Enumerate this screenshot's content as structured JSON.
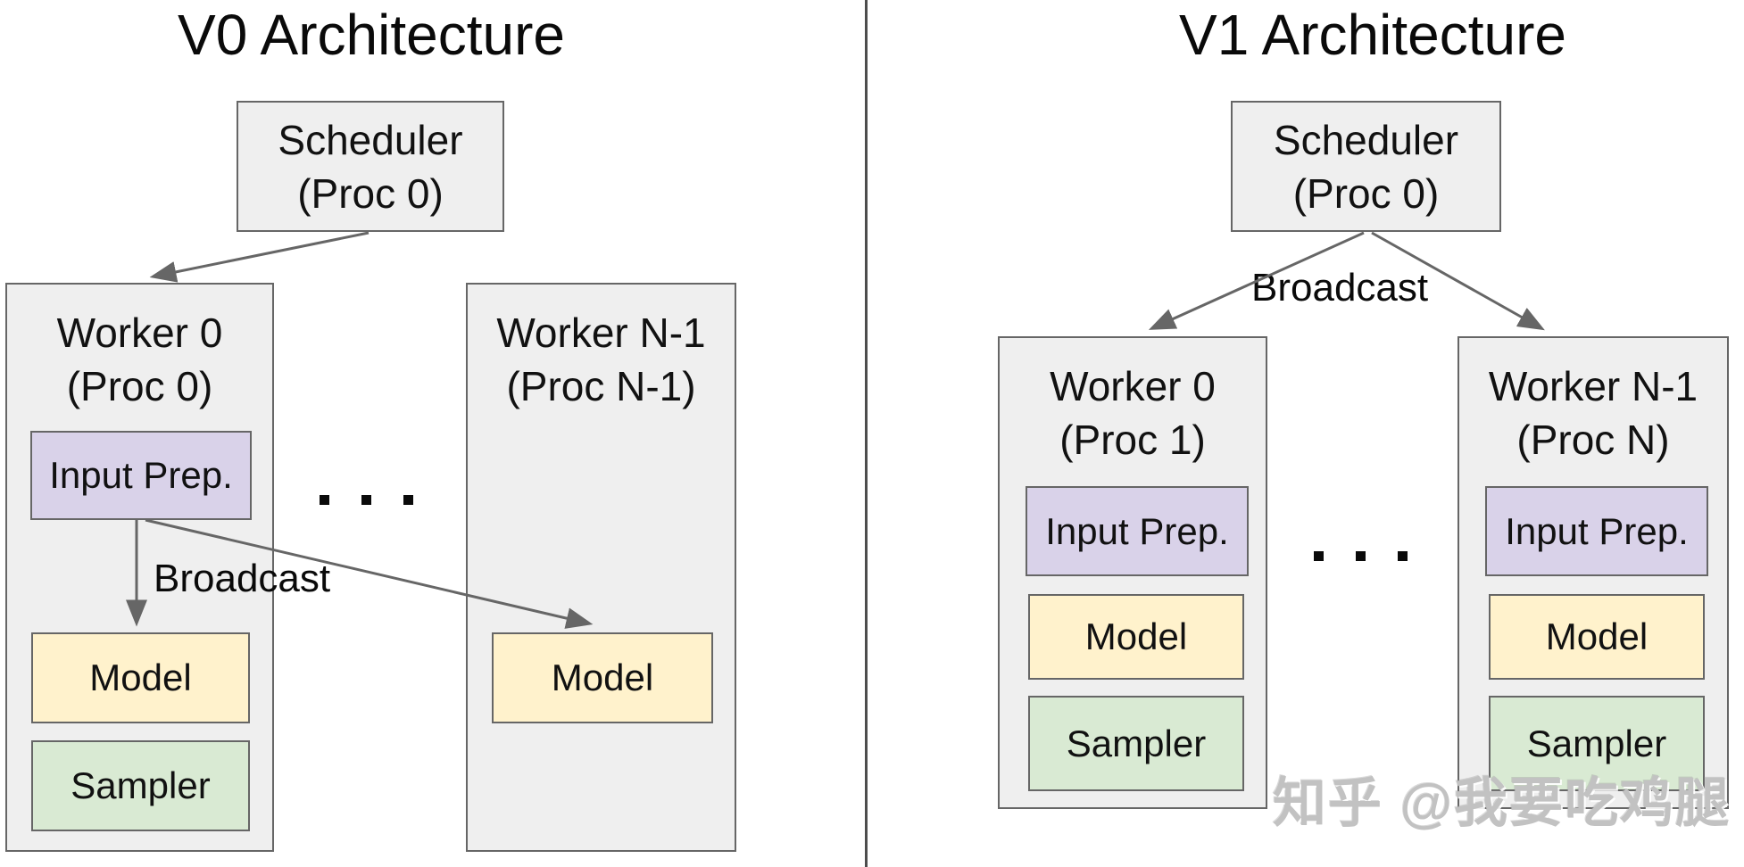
{
  "colors": {
    "page-bg": "#ffffff",
    "box-gray": "#efefef",
    "box-border": "#666666",
    "box-purple": "#d9d2e9",
    "box-yellow": "#fff2cc",
    "box-green": "#d9ead3",
    "arrow": "#666666",
    "divider": "#4d4d4d",
    "watermark": "#c2c2c2"
  },
  "v0": {
    "title": "V0 Architecture",
    "scheduler": {
      "line1": "Scheduler",
      "line2": "(Proc 0)"
    },
    "worker0": {
      "line1": "Worker 0",
      "line2": "(Proc 0)",
      "input_prep": "Input Prep.",
      "model": "Model",
      "sampler": "Sampler"
    },
    "workerN": {
      "line1": "Worker N-1",
      "line2": "(Proc N-1)",
      "model": "Model"
    },
    "broadcast_label": "Broadcast"
  },
  "v1": {
    "title": "V1 Architecture",
    "scheduler": {
      "line1": "Scheduler",
      "line2": "(Proc 0)"
    },
    "broadcast_label": "Broadcast",
    "worker0": {
      "line1": "Worker 0",
      "line2": "(Proc 1)",
      "input_prep": "Input Prep.",
      "model": "Model",
      "sampler": "Sampler"
    },
    "workerN": {
      "line1": "Worker N-1",
      "line2": "(Proc N)",
      "input_prep": "Input Prep.",
      "model": "Model",
      "sampler": "Sampler"
    }
  },
  "watermark": "知乎 @我要吃鸡腿"
}
